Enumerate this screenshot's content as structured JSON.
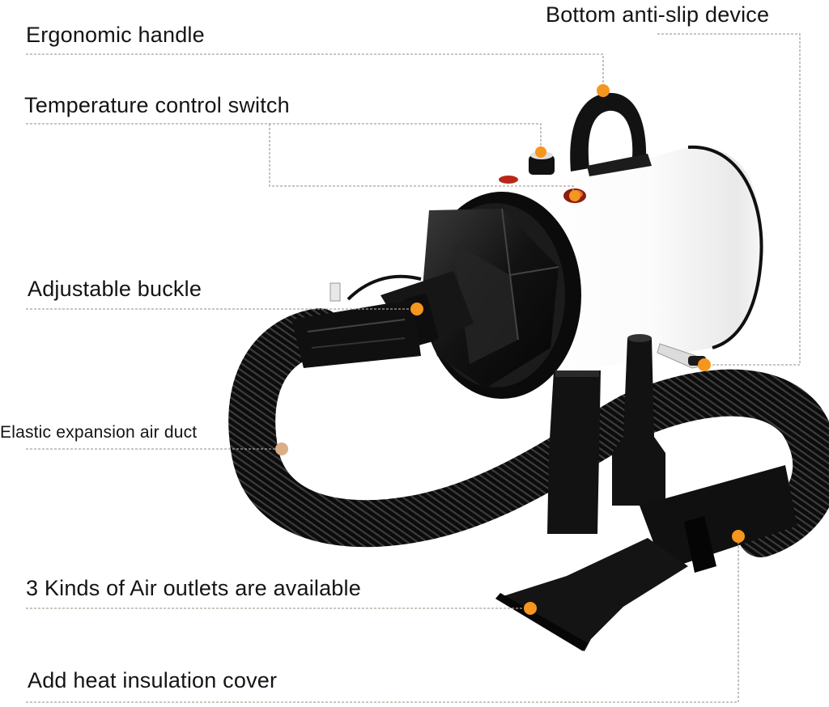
{
  "figure": {
    "type": "product feature callout diagram",
    "subject": "pet hair dryer / blower with hose and nozzles",
    "accent_dot_color": "#f5961e",
    "duct_dot_color": "#dcae88",
    "leader_line_color": "#a9a398"
  },
  "callouts": [
    {
      "id": "ergonomic-handle",
      "label": "Ergonomic handle"
    },
    {
      "id": "temperature-control-switch",
      "label": "Temperature control switch"
    },
    {
      "id": "bottom-anti-slip-device",
      "label": "Bottom anti-slip device"
    },
    {
      "id": "adjustable-buckle",
      "label": "Adjustable buckle"
    },
    {
      "id": "elastic-expansion-air-duct",
      "label": "Elastic expansion air duct"
    },
    {
      "id": "air-outlets",
      "label": "3 Kinds of Air outlets are available"
    },
    {
      "id": "heat-insulation-cover",
      "label": "Add heat insulation cover"
    }
  ]
}
